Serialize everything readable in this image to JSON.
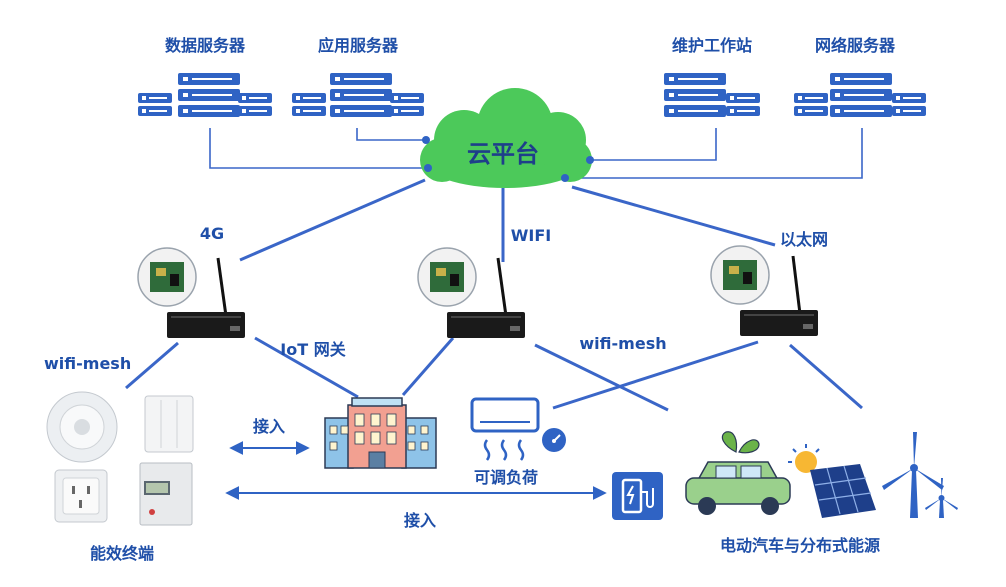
{
  "servers": [
    {
      "label": "数据服务器"
    },
    {
      "label": "应用服务器"
    },
    {
      "label": "维护工作站"
    },
    {
      "label": "网络服务器"
    }
  ],
  "cloud": {
    "label": "云平台"
  },
  "links": {
    "g4": "4G",
    "wifi": "WIFI",
    "ethernet": "以太网"
  },
  "gateway": {
    "label": "IoT 网关"
  },
  "mesh": {
    "left": "wifi-mesh",
    "right": "wifi-mesh"
  },
  "access": {
    "upper": "接入",
    "lower": "接入"
  },
  "terminals": {
    "label": "能效终端"
  },
  "load": {
    "label": "可调负荷"
  },
  "ev": {
    "label": "电动汽车与分布式能源"
  },
  "colors": {
    "blue": "#2f63c4",
    "cloud": "#4cc95a",
    "line": "#3a66c8",
    "text": "#1f4fa8"
  }
}
